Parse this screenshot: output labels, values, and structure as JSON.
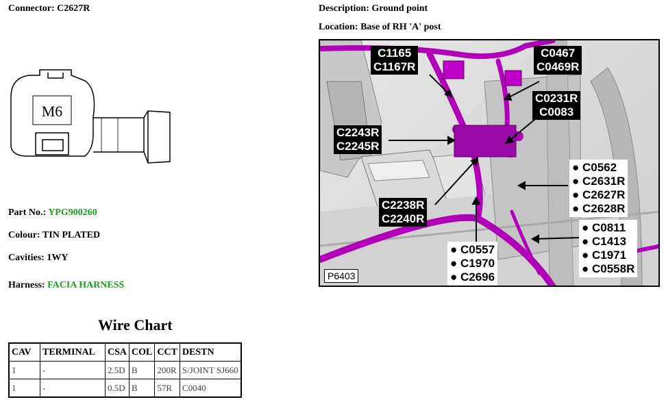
{
  "connector": {
    "label": "Connector:",
    "value": "C2627R"
  },
  "description": {
    "label": "Description:",
    "value": "Ground point"
  },
  "location": {
    "label": "Location:",
    "value": "Base of RH 'A' post"
  },
  "drawing": {
    "stud_label": "M6"
  },
  "part_no": {
    "label": "Part No.:",
    "value": "YPG900260"
  },
  "colour": {
    "label": "Colour:",
    "value": "TIN PLATED"
  },
  "cavities": {
    "label": "Cavities:",
    "value": "1WY"
  },
  "harness": {
    "label": "Harness:",
    "value": "FACIA HARNESS"
  },
  "colors": {
    "value_green": "#1f9a1f",
    "harness_purple": "#b000b8"
  },
  "wire_chart": {
    "title": "Wire Chart",
    "headers": [
      "CAV",
      "TERMINAL",
      "CSA",
      "COL",
      "CCT",
      "DESTN"
    ],
    "rows": [
      [
        "1",
        "-",
        "2.5D",
        "B",
        "200R",
        "S/JOINT SJ660"
      ],
      [
        "1",
        "-",
        "0.5D",
        "B",
        "57R",
        "C0040"
      ]
    ]
  },
  "photo": {
    "figure_id": "P6403",
    "callouts": {
      "c1165": [
        "C1165",
        "C1167R"
      ],
      "c0467": [
        "C0467",
        "C0469R"
      ],
      "c0231": [
        "C0231R",
        "C0083"
      ],
      "c2243": [
        "C2243R",
        "C2245R"
      ],
      "c2238": [
        "C2238R",
        "C2240R"
      ]
    },
    "dot_lists": {
      "right_upper": [
        "C0562",
        "C2631R",
        "C2627R",
        "C2628R"
      ],
      "right_lower": [
        "C0811",
        "C1413",
        "C1971",
        "C0558R"
      ],
      "bottom": [
        "C0557",
        "C1970",
        "C2696"
      ]
    }
  }
}
